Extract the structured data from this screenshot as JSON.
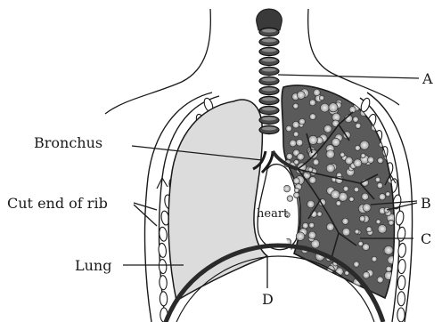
{
  "diagram": {
    "labels": {
      "a": "A",
      "b": "B",
      "c": "C",
      "d": "D",
      "bronchus": "Bronchus",
      "cut_end_of_rib": "Cut end of rib",
      "lung": "Lung",
      "heart": "heart"
    },
    "colors": {
      "right_lung_fill": "#dcdcdc",
      "left_lung_fill": "#555555",
      "rib_fill": "#ffffff",
      "line": "#1a1a1a",
      "diaphragm": "#2a2a2a"
    }
  }
}
